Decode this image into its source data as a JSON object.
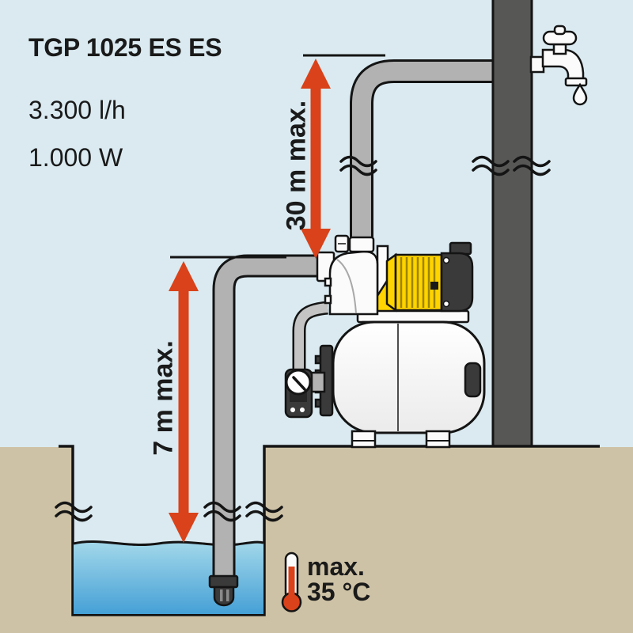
{
  "product": {
    "model": "TGP 1025 ES ES",
    "flow_rate": "3.300 l/h",
    "power": "1.000 W"
  },
  "dimension_labels": {
    "delivery_head": "30 m max.",
    "suction_head": "7 m max."
  },
  "temperature_note": {
    "line1": "max.",
    "line2": "35 °C"
  },
  "icons": {
    "tap": "water-tap-icon",
    "drop": "water-drop-icon",
    "thermometer": "thermometer-icon",
    "break_marks": "pipe-break-icon"
  },
  "colors": {
    "background": "#daeaf0",
    "ground": "#cec2a6",
    "pillar": "#575756",
    "pipe": "#b2b2b2",
    "pipe_small": "#c4c4c4",
    "arrow": "#d9421a",
    "motor_yellow": "#ffd400",
    "motor_stripe": "#9c8400",
    "dark_part": "#3a3a3a",
    "white_part": "#fbfbfb",
    "water_top": "#a3d8ea",
    "water_bottom": "#45a0d6",
    "outline": "#141414",
    "text": "#1a1a1a"
  }
}
